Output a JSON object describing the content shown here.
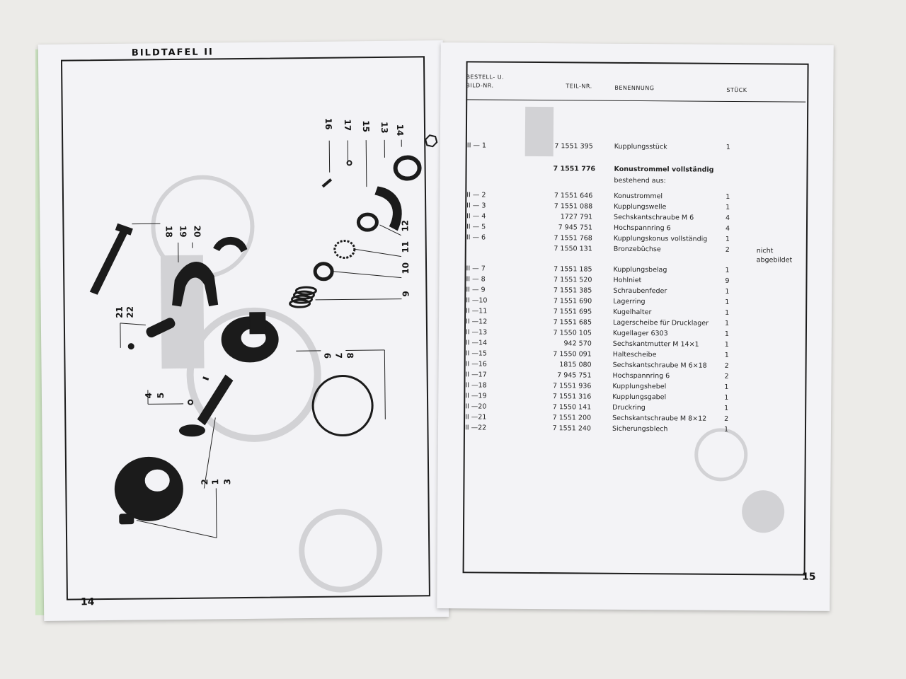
{
  "left_page": {
    "plate_title": "BILDTAFEL II",
    "page_number": "14",
    "callouts": [
      "16",
      "17",
      "15",
      "13",
      "14",
      "18",
      "19",
      "20",
      "12",
      "11",
      "10",
      "9",
      "21",
      "22",
      "6",
      "7",
      "8",
      "4",
      "5",
      "2",
      "1",
      "3"
    ]
  },
  "right_page": {
    "page_number": "15",
    "headers": {
      "bestell_1": "BESTELL- U.",
      "bestell_2": "BILD-NR.",
      "teil": "TEIL-NR.",
      "benennung": "BENENNUNG",
      "stueck": "STÜCK"
    },
    "rows": [
      {
        "bild": "II — 1",
        "teil": "7 1551 395",
        "name": "Kupplungsstück",
        "qty": "1"
      },
      {
        "bild": "",
        "teil": "7 1551 776",
        "name": "Konustrommel vollständig",
        "qty": "",
        "bold": true
      },
      {
        "bild": "",
        "teil": "",
        "name": "bestehend aus:",
        "qty": ""
      },
      {
        "bild": "II — 2",
        "teil": "7 1551 646",
        "name": "Konustrommel",
        "qty": "1"
      },
      {
        "bild": "II — 3",
        "teil": "7 1551 088",
        "name": "Kupplungswelle",
        "qty": "1"
      },
      {
        "bild": "II — 4",
        "teil": "1727 791",
        "name": "Sechskantschraube M 6",
        "qty": "4"
      },
      {
        "bild": "II — 5",
        "teil": "7 945 751",
        "name": "Hochspannring 6",
        "qty": "4"
      },
      {
        "bild": "II — 6",
        "teil": "7 1551 768",
        "name": "Kupplungskonus vollständig",
        "qty": "1"
      },
      {
        "bild": "",
        "teil": "7 1550 131",
        "name": "Bronzebüchse",
        "qty": "2",
        "note": "nicht abgebildet"
      },
      {
        "bild": "II — 7",
        "teil": "7 1551 185",
        "name": "Kupplungsbelag",
        "qty": "1"
      },
      {
        "bild": "II — 8",
        "teil": "7 1551 520",
        "name": "Hohlniet",
        "qty": "9"
      },
      {
        "bild": "II — 9",
        "teil": "7 1551 385",
        "name": "Schraubenfeder",
        "qty": "1"
      },
      {
        "bild": "II —10",
        "teil": "7 1551 690",
        "name": "Lagerring",
        "qty": "1"
      },
      {
        "bild": "II —11",
        "teil": "7 1551 695",
        "name": "Kugelhalter",
        "qty": "1"
      },
      {
        "bild": "II —12",
        "teil": "7 1551 685",
        "name": "Lagerscheibe für Drucklager",
        "qty": "1"
      },
      {
        "bild": "II —13",
        "teil": "7 1550 105",
        "name": "Kugellager 6303",
        "qty": "1"
      },
      {
        "bild": "II —14",
        "teil": "942 570",
        "name": "Sechskantmutter M 14×1",
        "qty": "1"
      },
      {
        "bild": "II —15",
        "teil": "7 1550 091",
        "name": "Haltescheibe",
        "qty": "1"
      },
      {
        "bild": "II —16",
        "teil": "1815 080",
        "name": "Sechskantschraube M 6×18",
        "qty": "2"
      },
      {
        "bild": "II —17",
        "teil": "7 945 751",
        "name": "Hochspannring 6",
        "qty": "2"
      },
      {
        "bild": "II —18",
        "teil": "7 1551 936",
        "name": "Kupplungshebel",
        "qty": "1"
      },
      {
        "bild": "II —19",
        "teil": "7 1551 316",
        "name": "Kupplungsgabel",
        "qty": "1"
      },
      {
        "bild": "II —20",
        "teil": "7 1550 141",
        "name": "Druckring",
        "qty": "1"
      },
      {
        "bild": "II —21",
        "teil": "7 1551 200",
        "name": "Sechskantschraube M 8×12",
        "qty": "2"
      },
      {
        "bild": "II —22",
        "teil": "7 1551 240",
        "name": "Sicherungsblech",
        "qty": "1"
      }
    ]
  }
}
